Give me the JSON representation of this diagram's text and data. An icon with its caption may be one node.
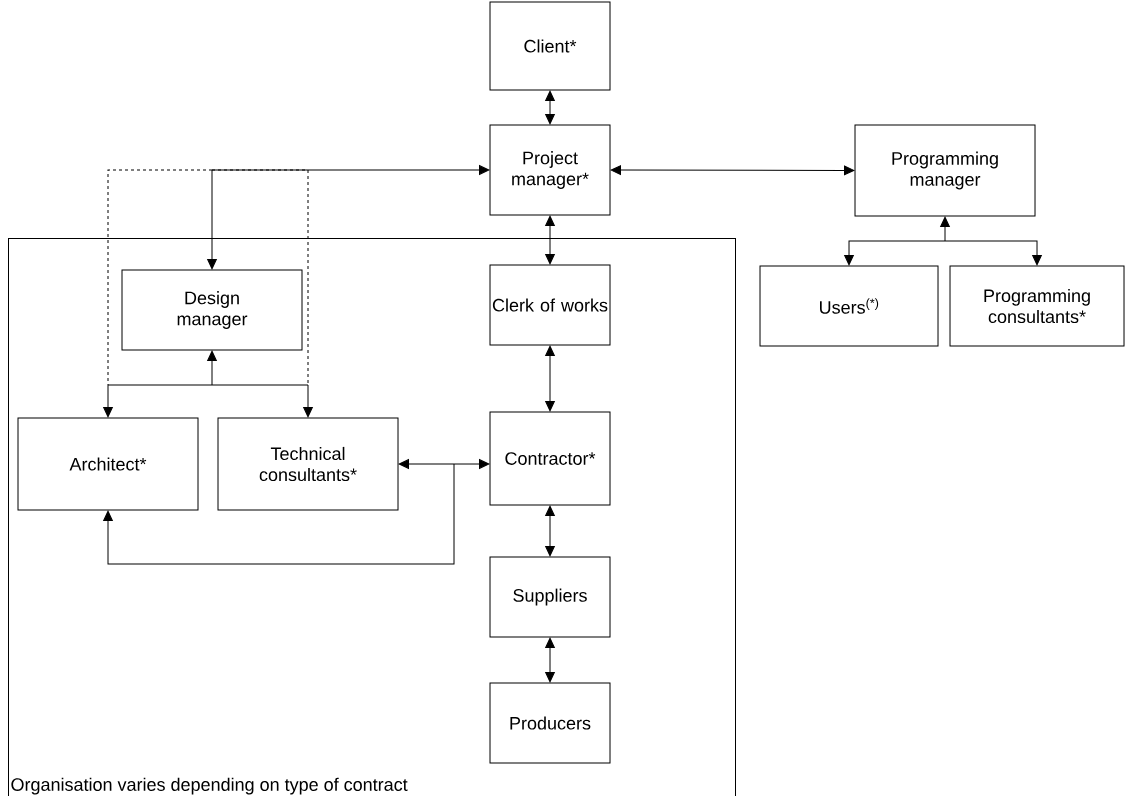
{
  "diagram": {
    "nodes": [
      {
        "text": [
          "Client*"
        ]
      },
      {
        "text": [
          "Project manager*"
        ]
      },
      {
        "text": [
          "Programming manager"
        ]
      },
      {
        "text": [
          "Organisation varies depending on type of contract"
        ]
      },
      {
        "text": [
          "Design manager"
        ],
        "in": 3
      },
      {
        "text": [
          "Clerk of works"
        ],
        "in": 3
      },
      {
        "text": [
          "Users$^{(*)}$"
        ]
      },
      {
        "text": [
          "Programming consultants*"
        ]
      },
      {
        "text": [
          "Architect*"
        ],
        "in": 3
      },
      {
        "text": [
          "Technical consultants*"
        ],
        "in": 3
      },
      {
        "text": [
          "Contractor*"
        ],
        "in": 3
      },
      {
        "text": [
          "Suppliers"
        ],
        "in": 3
      },
      {
        "text": [
          "Producers"
        ],
        "in": 3
      }
    ],
    "edges": [
      {
        "from": 0,
        "to": 1,
        "arrow": "both"
      },
      {
        "from": 1,
        "to": 2,
        "arrow": "both"
      },
      {
        "from": 1,
        "to": 4,
        "arrow": "both"
      },
      {
        "from": 1,
        "to": 8,
        "arrow": "both",
        "style": "dashed"
      },
      {
        "from": 1,
        "to": 9,
        "arrow": "both",
        "style": "dashed"
      },
      {
        "from": 1,
        "to": 5,
        "arrow": "both"
      },
      {
        "from": 4,
        "to": 8,
        "arrow": "both"
      },
      {
        "from": 4,
        "to": 9,
        "arrow": "both"
      },
      {
        "from": 2,
        "to": 6,
        "arrow": "both"
      },
      {
        "from": 2,
        "to": 7,
        "arrow": "both"
      },
      {
        "from": 5,
        "to": 10,
        "arrow": "both"
      },
      {
        "from": 9,
        "to": 10,
        "arrow": "both"
      },
      {
        "from": 8,
        "to": 10,
        "arrow": "both"
      },
      {
        "from": 10,
        "to": 11,
        "arrow": "both"
      },
      {
        "from": 11,
        "to": 12,
        "arrow": "both"
      }
    ]
  }
}
